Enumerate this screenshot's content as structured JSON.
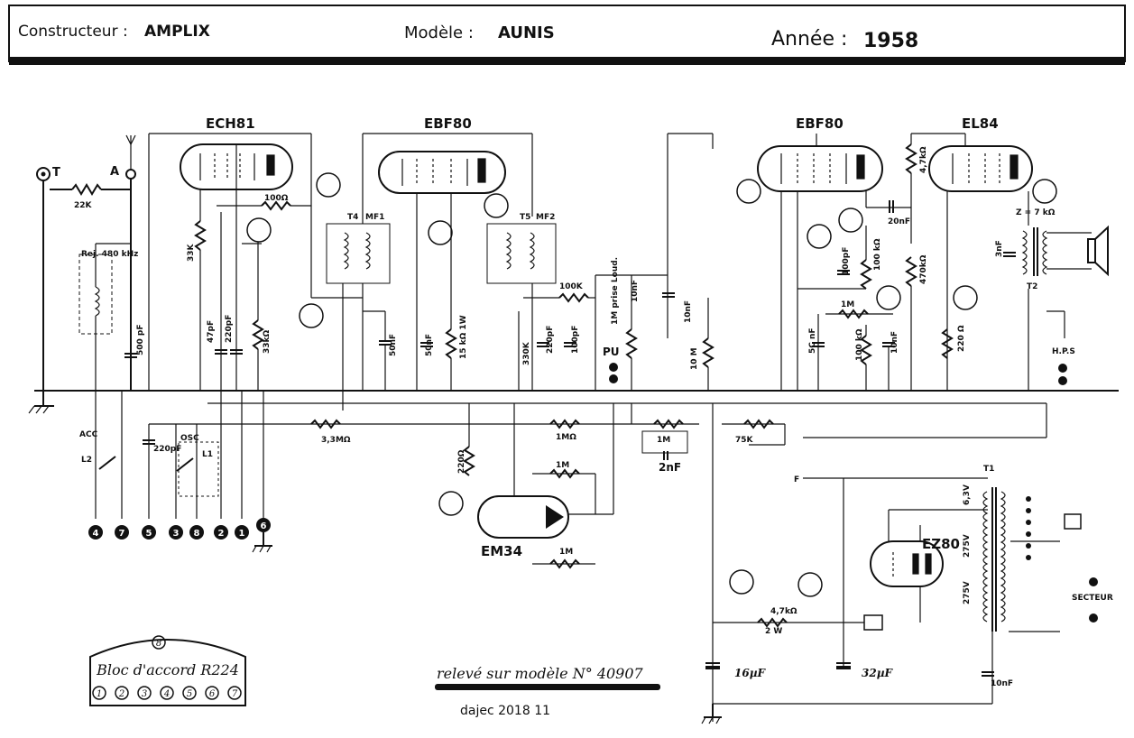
{
  "header": {
    "constructeur_label": "Constructeur :",
    "constructeur_value": "AMPLIX",
    "modele_label": "Modèle :",
    "modele_value": "AUNIS",
    "annee_label": "Année :",
    "annee_value": "1958"
  },
  "tubes": {
    "ech81": "ECH81",
    "ebf80_1": "EBF80",
    "ebf80_2": "EBF80",
    "el84": "EL84",
    "em34": "EM34",
    "ez80": "EZ80"
  },
  "labels": {
    "t": "T",
    "a": "A",
    "r22k": "22K",
    "r33k": "33K",
    "r100": "100Ω",
    "t4": "T4",
    "mf1": "MF1",
    "t5": "T5",
    "mf2": "MF2",
    "r100k": "100K",
    "c10nf": "10nF",
    "loud": "1M prise Loud.",
    "pu": "PU",
    "r10m": "10 M",
    "c500pf": "500 pF",
    "c47pf": "47pF",
    "c220pf": "220pF",
    "r33k_b": "33kΩ",
    "c50nf": "50nF",
    "c50nf_b": "50nF",
    "r15k": "15 kΩ 1W",
    "r330k": "330K",
    "c220pf_b": "220pF",
    "c100pf": "100pF",
    "r33m": "3,3MΩ",
    "r1m_a": "1MΩ",
    "r220": "220Ω",
    "r1m_b": "1M",
    "r1m_c": "1M",
    "r1m_d": "1M",
    "c2nf": "2nF",
    "r75k": "75K",
    "r47k": "4,7kΩ",
    "c20nf": "20nF",
    "c100pf_b": "100pF",
    "r100k_b": "100 kΩ",
    "r470k": "470kΩ",
    "r1m_e": "1M",
    "c5nf": "5C nF",
    "r100k_c": "100 kΩ",
    "c10nf_b": "10nF",
    "r220_b": "220 Ω",
    "z7k": "Z = 7 kΩ",
    "t2": "T2",
    "c3nf": "3nF",
    "hps": "H.P.S",
    "t1": "T1",
    "v63": "6,3V",
    "v275a": "275V",
    "v275b": "275V",
    "secteur": "SECTEUR",
    "r47k_b": "4,7kΩ",
    "w2": "2 W",
    "c16": "16µF",
    "c32": "32µF",
    "c10nf_c": "10nF",
    "f": "F",
    "acc": "ACC",
    "osc": "OSC",
    "l1": "L1",
    "l2": "L2",
    "c220pf_c": "220pF",
    "rej": "Rej. 480 kHz",
    "r480": "480 kHz"
  },
  "bloc": {
    "title": "Bloc d'accord R224",
    "top_pin": "8",
    "pins": [
      "1",
      "2",
      "3",
      "4",
      "5",
      "6",
      "7"
    ]
  },
  "bottom_pins": [
    "4",
    "7",
    "5",
    "3",
    "8",
    "2",
    "1",
    "6"
  ],
  "footer": {
    "releve": "relevé sur modèle N° 40907",
    "credit": "dajec  2018 11"
  }
}
